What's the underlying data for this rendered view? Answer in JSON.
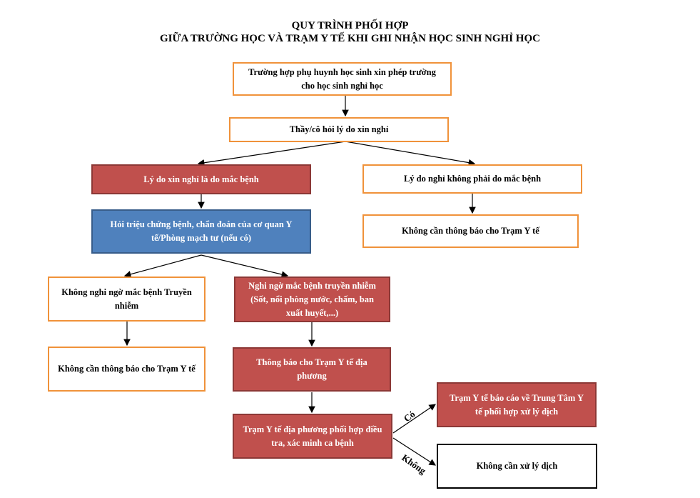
{
  "title": {
    "line1": "QUY TRÌNH PHỐI HỢP",
    "line2": "GIỮA TRƯỜNG HỌC VÀ TRẠM Y TẾ KHI GHI NHẬN HỌC SINH NGHỈ HỌC"
  },
  "nodes": {
    "start": "Trường hợp phụ huynh học sinh xin phép trường cho học sinh nghỉ học",
    "ask_reason": "Thầy/cô hỏi lý do xin nghỉ",
    "reason_sick": "Lý do xin nghỉ là do mắc bệnh",
    "reason_not_sick": "Lý do nghỉ không phải do mắc bệnh",
    "no_notify_1": "Không cần thông báo cho Trạm Y tế",
    "ask_symptoms": "Hỏi triệu chứng bệnh, chẩn đoán của cơ quan Y tế/Phòng mạch tư (nếu có)",
    "not_suspect": "Không nghi ngờ mắc bệnh Truyền nhiễm",
    "suspect": "Nghi ngờ mắc bệnh truyền nhiễm (Sốt, nổi phòng nước, chấm, ban xuất huyết,...)",
    "no_notify_2": "Không cần thông báo cho Trạm Y tế",
    "notify_station": "Thông báo cho Trạm Y tế địa phương",
    "investigate": "Trạm Y tế địa phương phối hợp điều tra, xác minh ca bệnh",
    "report_center": "Trạm Y tế báo cáo về Trung Tâm Y tế phối hợp xử lý dịch",
    "no_handling": "Không cần xử lý dịch"
  },
  "branch_labels": {
    "yes": "Có",
    "no": "Không"
  },
  "colors": {
    "orange_border": "#f0923a",
    "red_fill": "#c0504d",
    "blue_fill": "#4f81bd",
    "black_border": "#000000"
  }
}
